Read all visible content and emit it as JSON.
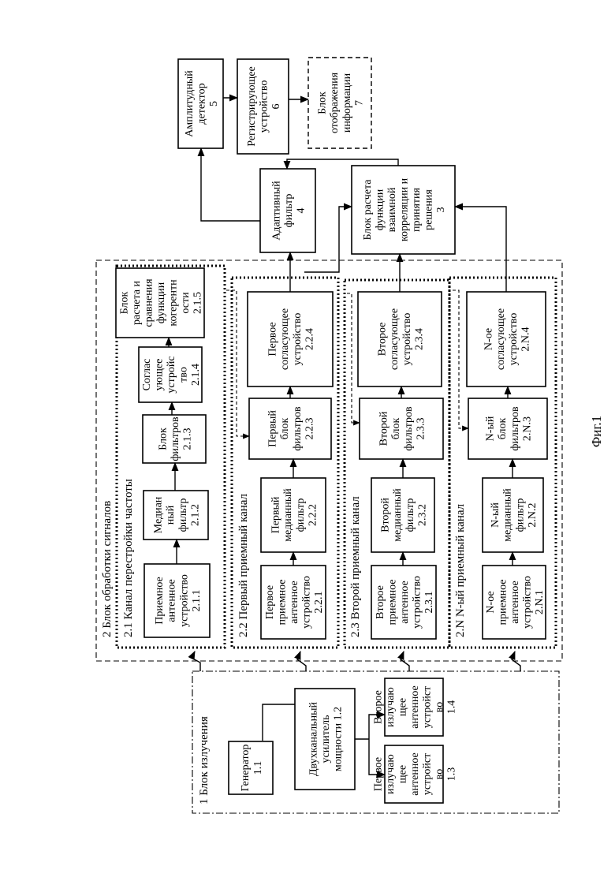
{
  "figure_caption": "Фиг.1",
  "groups": {
    "emission": "1 Блок излучения",
    "processing": "2 Блок обработки сигналов",
    "tuning": "2.1 Канал перестройки частоты",
    "ch1": "2.2 Первый приемный канал",
    "ch2": "2.3 Второй приемный канал",
    "chN": "2.N  N-ый приемный канал"
  },
  "blocks": {
    "b11": [
      "Генератор",
      "1.1"
    ],
    "b12": [
      "Двухканальный",
      "усилитель",
      "мощности 1.2"
    ],
    "b13": [
      "Первое",
      "излучаю",
      "щее",
      "антенное",
      "устройст",
      "во",
      "1.3"
    ],
    "b14": [
      "Второе",
      "излучаю",
      "щее",
      "антенное",
      "устройст",
      "во",
      "1.4"
    ],
    "b211": [
      "Приемное",
      "антенное",
      "устройство",
      "2.1.1"
    ],
    "b212": [
      "Медиан",
      "ный",
      "фильтр",
      "2.1.2"
    ],
    "b213": [
      "Блок",
      "фильтров",
      "2.1.3"
    ],
    "b214": [
      "Соглас",
      "ующее",
      "устройс",
      "тво",
      "2.1.4"
    ],
    "b215": [
      "Блок",
      "расчета и",
      "сравнения",
      "функции",
      "когерентн",
      "ости",
      "2.1.5"
    ],
    "b221": [
      "Первое",
      "приемное",
      "антенное",
      "устройство",
      "2.2.1"
    ],
    "b222": [
      "Первый",
      "медианный",
      "фильтр",
      "2.2.2"
    ],
    "b223": [
      "Первый",
      "блок",
      "фильтров",
      "2.2.3"
    ],
    "b224": [
      "Первое",
      "согласующее",
      "устройство",
      "2.2.4"
    ],
    "b231": [
      "Второе",
      "приемное",
      "антенное",
      "устройство",
      "2.3.1"
    ],
    "b232": [
      "Второй",
      "медианный",
      "фильтр",
      "2.3.2"
    ],
    "b233": [
      "Второй",
      "блок",
      "фильтров",
      "2.3.3"
    ],
    "b234": [
      "Второе",
      "согласующее",
      "устройство",
      "2.3.4"
    ],
    "b2N1": [
      "N-ое",
      "приемное",
      "антенное",
      "устройство",
      "2.N.1"
    ],
    "b2N2": [
      "N-ый",
      "медианный",
      "фильтр",
      "2.N.2"
    ],
    "b2N3": [
      "N-ый",
      "блок",
      "фильтров",
      "2.N.3"
    ],
    "b2N4": [
      "N-ое",
      "согласующее",
      "устройство",
      "2.N.4"
    ],
    "b3": [
      "Блок расчета",
      "функции",
      "взаимной",
      "корреляции и",
      "принятия",
      "решения",
      "3"
    ],
    "b4": [
      "Адаптивный",
      "фильтр",
      "4"
    ],
    "b5": [
      "Амплитудный",
      "детектор",
      "5"
    ],
    "b6": [
      "Регистрирующее",
      "устройство",
      "6"
    ],
    "b7": [
      "Блок",
      "отображения",
      "информации",
      "7"
    ]
  }
}
